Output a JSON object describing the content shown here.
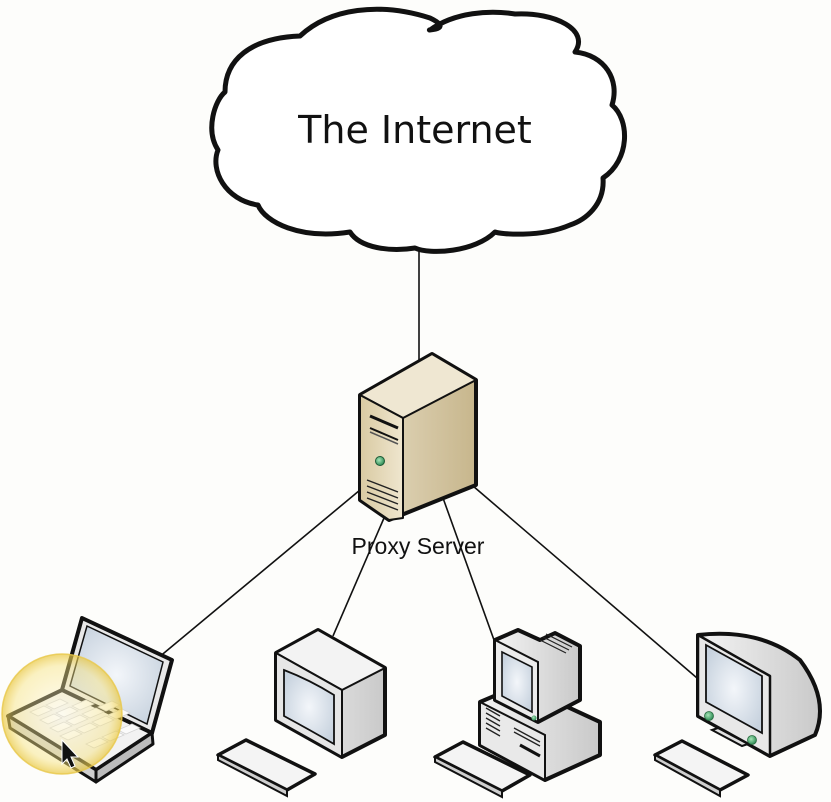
{
  "diagram": {
    "cloud": {
      "label": "The Internet"
    },
    "server": {
      "label": "Proxy Server",
      "led_color": "#3aa36a",
      "body_color": "#e3d7b8"
    },
    "clients": [
      {
        "type": "laptop",
        "icon": "laptop-icon"
      },
      {
        "type": "desktop-monitor",
        "icon": "desktop-computer-icon"
      },
      {
        "type": "desktop-tower",
        "icon": "desktop-with-base-icon"
      },
      {
        "type": "imac-style",
        "icon": "crt-monitor-icon"
      }
    ],
    "connections": [
      {
        "from": "The Internet",
        "to": "Proxy Server"
      },
      {
        "from": "Proxy Server",
        "to": "laptop"
      },
      {
        "from": "Proxy Server",
        "to": "desktop-monitor"
      },
      {
        "from": "Proxy Server",
        "to": "desktop-tower"
      },
      {
        "from": "Proxy Server",
        "to": "imac-style"
      }
    ],
    "colors": {
      "outline": "#111111",
      "screen": "#dfe6ee",
      "device": "#ececec",
      "highlight": "#f5d94a"
    }
  }
}
